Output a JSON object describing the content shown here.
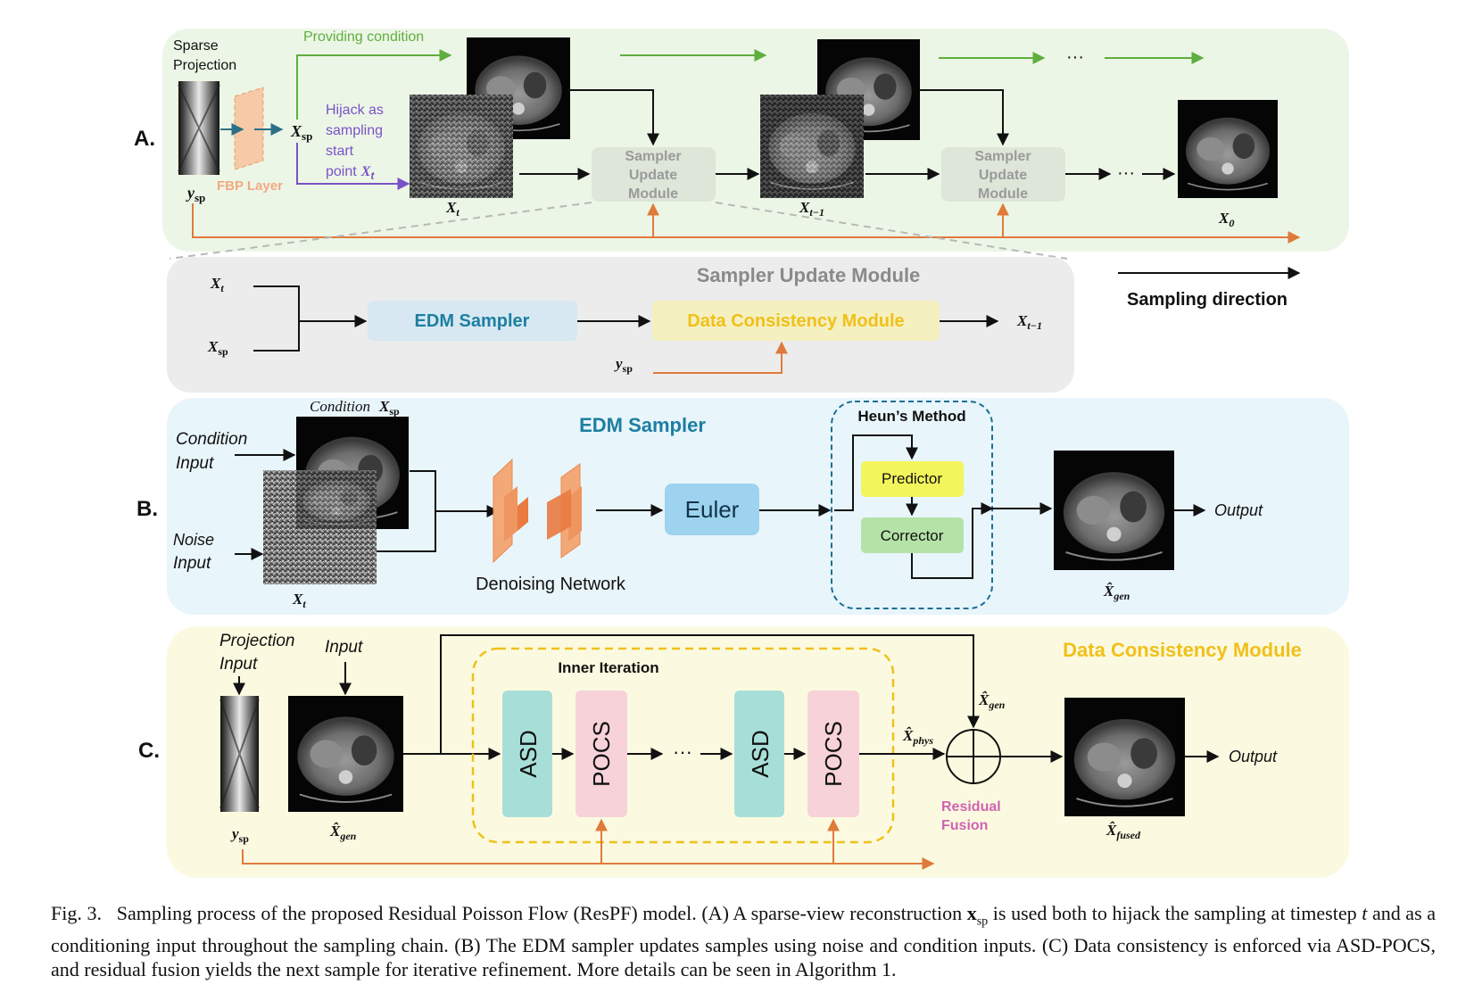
{
  "panel_a": {
    "label": "A.",
    "sparse_projection": [
      "Sparse",
      "Projection"
    ],
    "fbp_layer": "FBP Layer",
    "providing_condition": "Providing condition",
    "hijack": [
      "Hijack as",
      "sampling",
      "start",
      "point"
    ],
    "hijack_var": "X",
    "hijack_sub": "t",
    "sampler_update_module": [
      "Sampler",
      "Update",
      "Module"
    ],
    "ellipsis": "···",
    "x_sp": {
      "base": "X",
      "sub": "sp"
    },
    "y_sp": {
      "base": "y",
      "sub": "sp"
    },
    "x_t": {
      "base": "X",
      "sub": "t"
    },
    "x_t1": {
      "base": "X",
      "sub": "t−1"
    },
    "x_0": {
      "base": "X",
      "sub": "0"
    }
  },
  "sampler_update": {
    "title": "Sampler Update Module",
    "edm_sampler": "EDM Sampler",
    "data_consistency_module": "Data Consistency Module",
    "x_t": {
      "base": "X",
      "sub": "t"
    },
    "x_sp": {
      "base": "X",
      "sub": "sp"
    },
    "y_sp": {
      "base": "y",
      "sub": "sp"
    },
    "x_t1": {
      "base": "X",
      "sub": "t−1"
    }
  },
  "sampling_direction": "Sampling direction",
  "panel_b": {
    "label": "B.",
    "title": "EDM Sampler",
    "condition": "Condition",
    "condition_var": {
      "base": "X",
      "sub": "sp"
    },
    "condition_input": [
      "Condition",
      "Input"
    ],
    "noise_input": [
      "Noise",
      "Input"
    ],
    "x_t": {
      "base": "X",
      "sub": "t"
    },
    "denoising_network": "Denoising Network",
    "euler": "Euler",
    "heuns_method": "Heun’s Method",
    "predictor": "Predictor",
    "corrector": "Corrector",
    "output": "Output",
    "x_gen": {
      "base": "X̂",
      "sub": "gen"
    }
  },
  "panel_c": {
    "label": "C.",
    "title": "Data Consistency Module",
    "projection_input": [
      "Projection",
      "Input"
    ],
    "input": "Input",
    "inner_iteration": "Inner Iteration",
    "asd": "ASD",
    "pocs": "POCS",
    "ellipsis": "···",
    "residual_fusion": [
      "Residual",
      "Fusion"
    ],
    "output": "Output",
    "y_sp": {
      "base": "y",
      "sub": "sp"
    },
    "x_gen": {
      "base": "X̂",
      "sub": "gen"
    },
    "x_gen_top": {
      "base": "X̂",
      "sub": "gen"
    },
    "x_phys": {
      "base": "X̂",
      "sub": "phys"
    },
    "x_fused": {
      "base": "X̂",
      "sub": "fused"
    }
  },
  "caption": {
    "fig_label": "Fig. 3.",
    "text_1": "Sampling process of the proposed Residual Poisson Flow (ResPF) model. (A) A sparse-view reconstruction",
    "var_x": "x",
    "var_sub": "sp",
    "text_2": "is used both to hijack the sampling at timestep",
    "var_t": "t",
    "text_3": "and as a conditioning input throughout the sampling chain. (B) The EDM sampler updates samples using noise and condition inputs. (C) Data consistency is enforced via ASD-POCS, and residual fusion yields the next sample for iterative refinement. More details can be seen in Algorithm 1."
  },
  "colors": {
    "panel_a_bg": "#ecf6e6",
    "sum_bg": "#ececec",
    "panel_b_bg": "#e8f5fb",
    "panel_c_bg": "#fbfae0",
    "green": "#5fae3f",
    "orange": "#e07a3a",
    "purple": "#7a52c7",
    "teal": "#1c7fa1",
    "gold": "#f0c01a",
    "magenta": "#d163b3"
  }
}
